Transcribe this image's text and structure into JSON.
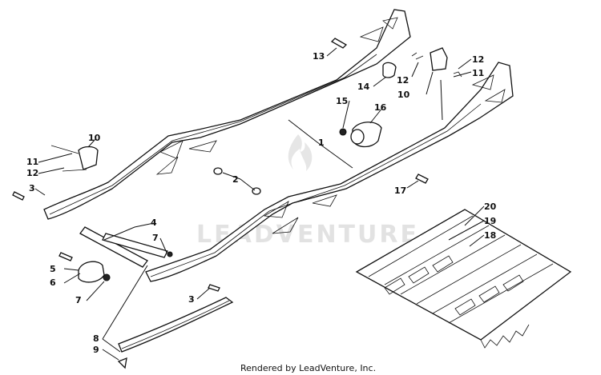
{
  "watermark": {
    "text": "LEADVENTURE"
  },
  "footer": {
    "text": "Rendered by LeadVenture, Inc."
  },
  "callouts": {
    "c1": "1",
    "c2": "2",
    "c3a": "3",
    "c3b": "3",
    "c4": "4",
    "c5": "5",
    "c6": "6",
    "c7a": "7",
    "c7b": "7",
    "c8": "8",
    "c9": "9",
    "c10a": "10",
    "c10b": "10",
    "c11a": "11",
    "c11b": "11",
    "c12a": "12",
    "c12b": "12",
    "c12c": "12",
    "c13": "13",
    "c14": "14",
    "c15": "15",
    "c16": "16",
    "c17": "17",
    "c18": "18",
    "c19": "19",
    "c20": "20"
  }
}
